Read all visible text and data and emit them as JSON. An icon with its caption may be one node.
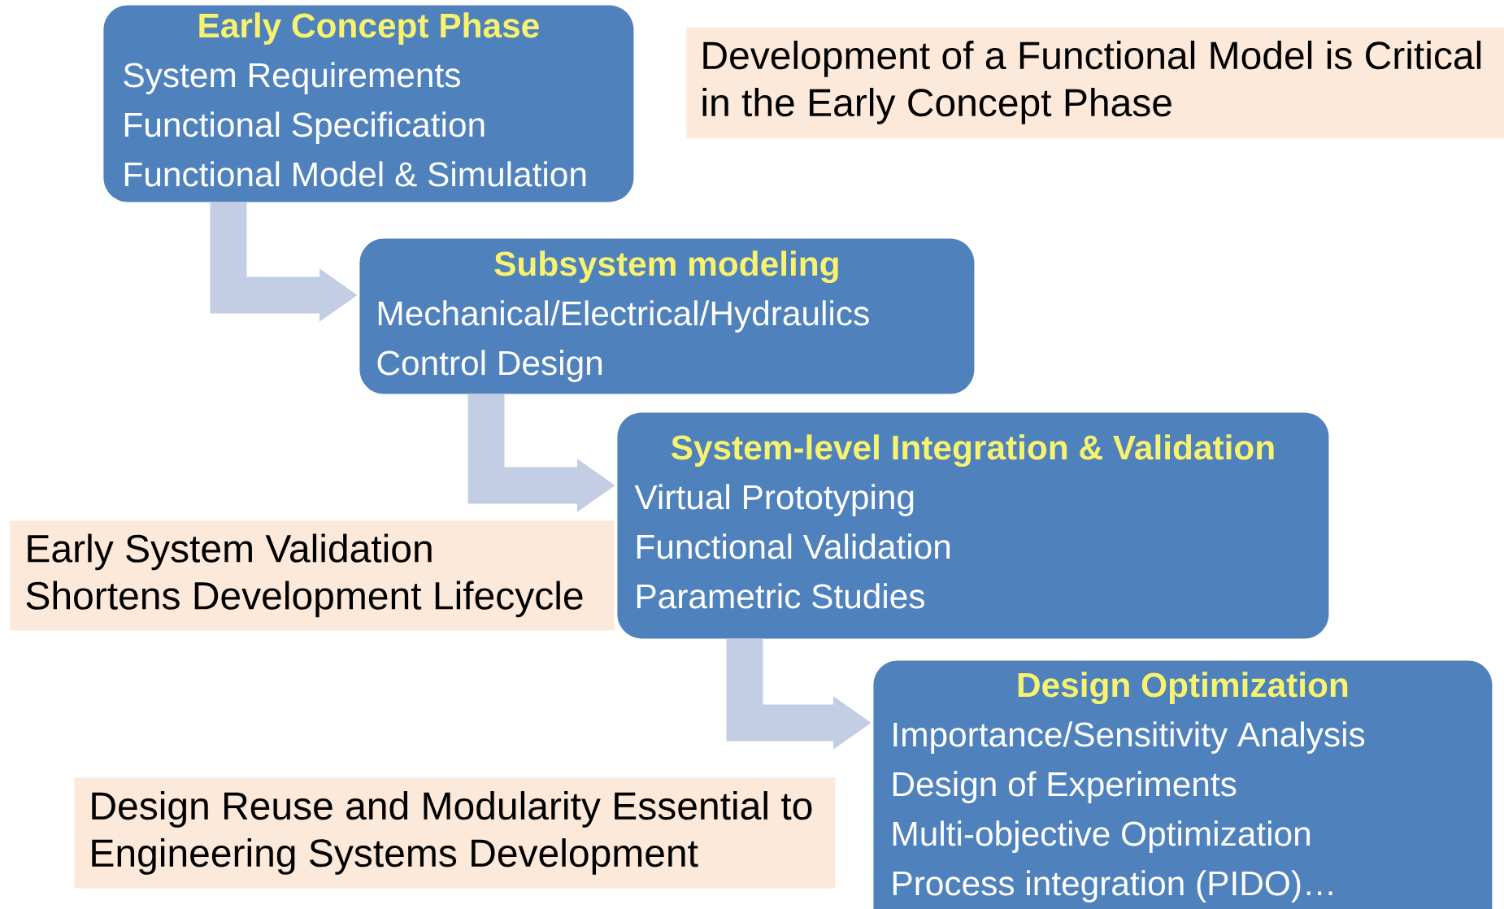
{
  "diagram": {
    "nodes": [
      {
        "text": [
          "Early Concept Phase",
          "System Requirements",
          "Functional Specification",
          "Functional Model & Simulation"
        ]
      },
      {
        "text": [
          "Development of a Functional Model is Critical in the Early Concept Phase"
        ]
      },
      {
        "text": [
          "Subsystem modeling",
          "Mechanical/Electrical/Hydraulics",
          "Control Design"
        ]
      },
      {
        "text": [
          "System-level Integration & Validation",
          "Virtual Prototyping",
          "Functional Validation",
          "Parametric Studies"
        ]
      },
      {
        "text": [
          "Early System Validation Shortens Development Lifecycle"
        ]
      },
      {
        "text": [
          "Design Optimization",
          "Importance/Sensitivity Analysis",
          "Design of Experiments",
          "Multi-objective Optimization",
          "Process integration (PIDO)…"
        ]
      },
      {
        "text": [
          "Design Reuse and Modularity Essential to Engineering Systems Development"
        ]
      }
    ],
    "edges": [
      {
        "from": 0,
        "to": 2,
        "arrow": "to"
      },
      {
        "from": 2,
        "to": 3,
        "arrow": "to"
      },
      {
        "from": 3,
        "to": 5,
        "arrow": "to"
      }
    ]
  }
}
